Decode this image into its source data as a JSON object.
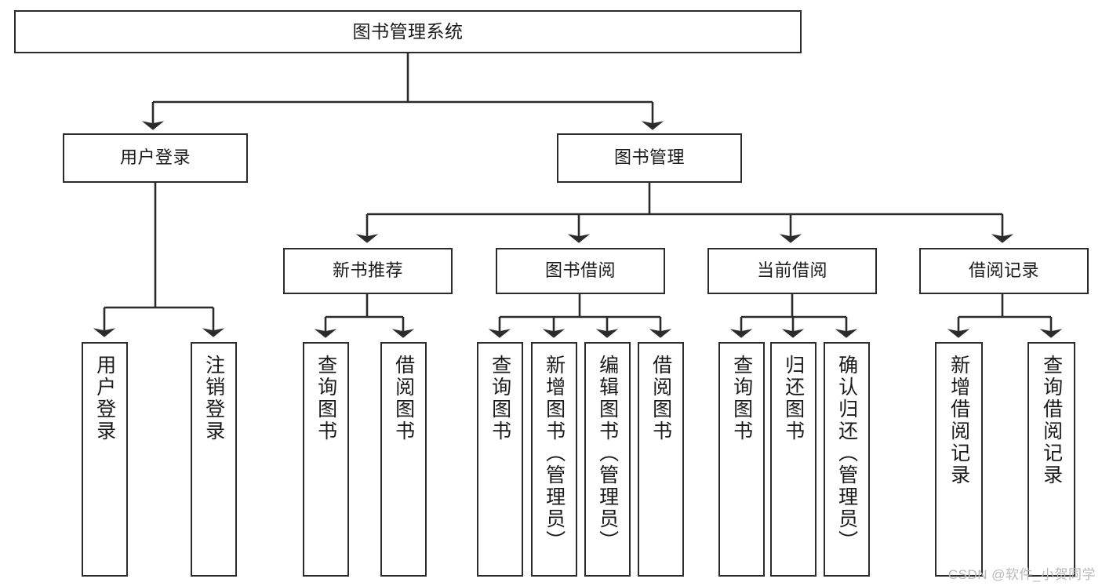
{
  "diagram": {
    "title": "图书管理系统",
    "type": "tree-hierarchy-chart",
    "watermark": "CSDN @软件_小贺同学",
    "colors": {
      "box_border": "#2b2b2b",
      "box_fill": "#ffffff",
      "connector": "#2b2b2b",
      "text": "#1a1a1a",
      "watermark": "#b9b9b9",
      "background": "#ffffff"
    },
    "root": {
      "id": "root",
      "label": "图书管理系统"
    },
    "level2": [
      {
        "id": "user-login",
        "label": "用户登录"
      },
      {
        "id": "book-manage",
        "label": "图书管理"
      }
    ],
    "level3": [
      {
        "id": "new-book-recommend",
        "label": "新书推荐"
      },
      {
        "id": "book-borrow",
        "label": "图书借阅"
      },
      {
        "id": "current-borrow",
        "label": "当前借阅"
      },
      {
        "id": "borrow-record",
        "label": "借阅记录"
      }
    ],
    "leaves": {
      "user_login": [
        {
          "id": "leaf-user-login",
          "label": "用户登录"
        },
        {
          "id": "leaf-logout",
          "label": "注销登录"
        }
      ],
      "new_book_recommend": [
        {
          "id": "leaf-query-book-1",
          "label": "查询图书"
        },
        {
          "id": "leaf-borrow-book-1",
          "label": "借阅图书"
        }
      ],
      "book_borrow": [
        {
          "id": "leaf-query-book-2",
          "label": "查询图书"
        },
        {
          "id": "leaf-add-book",
          "label": "新增图书（管理员）"
        },
        {
          "id": "leaf-edit-book",
          "label": "编辑图书（管理员）"
        },
        {
          "id": "leaf-borrow-book-2",
          "label": "借阅图书"
        }
      ],
      "current_borrow": [
        {
          "id": "leaf-query-book-3",
          "label": "查询图书"
        },
        {
          "id": "leaf-return-book",
          "label": "归还图书"
        },
        {
          "id": "leaf-confirm-return",
          "label": "确认归还（管理员）"
        }
      ],
      "borrow_record": [
        {
          "id": "leaf-add-record",
          "label": "新增借阅记录"
        },
        {
          "id": "leaf-query-record",
          "label": "查询借阅记录"
        }
      ]
    }
  }
}
